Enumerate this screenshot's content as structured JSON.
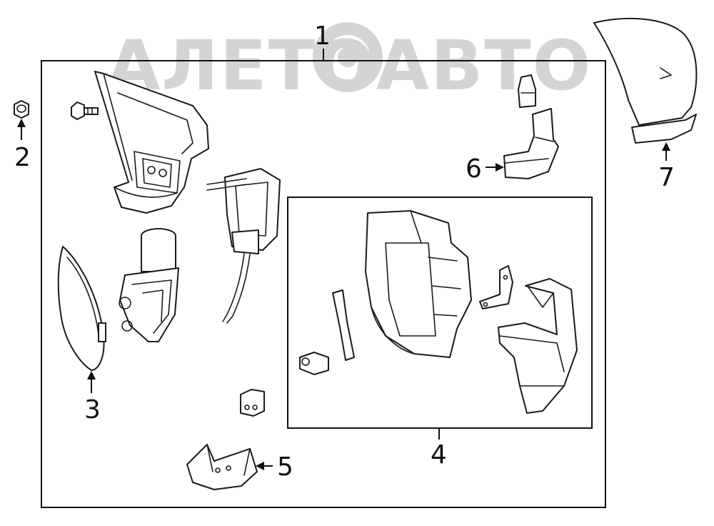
{
  "watermark": {
    "text": "АЛЕТОАВТО",
    "color": "#d4d4d4"
  },
  "callouts": {
    "p1": "1",
    "p2": "2",
    "p3": "3",
    "p4": "4",
    "p5": "5",
    "p6": "6",
    "p7": "7"
  },
  "colors": {
    "line": "#1a1a1a",
    "background": "#ffffff"
  }
}
